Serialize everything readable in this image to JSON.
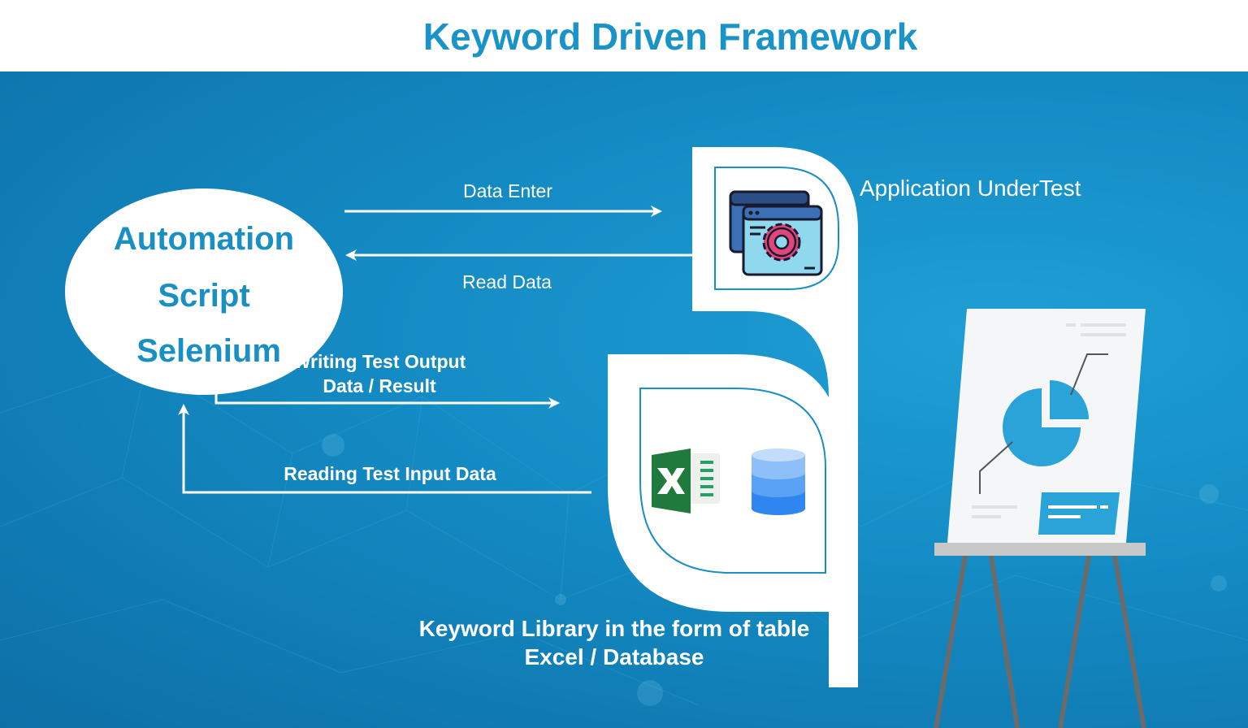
{
  "title": "Keyword Driven Framework",
  "script_node": {
    "lines": [
      "Automation",
      "Script",
      "Selenium"
    ]
  },
  "flows": {
    "data_enter": "Data Enter",
    "read_data": "Read Data",
    "writing_output_line1": "Writing Test Output",
    "writing_output_line2": "Data / Result",
    "reading_input": "Reading Test Input Data"
  },
  "application_label": "Application UnderTest",
  "library_label_line1": "Keyword Library in the form of table",
  "library_label_line2": "Excel / Database",
  "colors": {
    "accent": "#1a93c9",
    "background": "#148ac3",
    "excel_green": "#1f7a3e",
    "database_blue": "#2f86f0",
    "gear_pink": "#e0457b"
  },
  "icons": [
    "application-window-gear-icon",
    "excel-icon",
    "database-icon",
    "presentation-easel-icon",
    "pie-chart-icon"
  ]
}
